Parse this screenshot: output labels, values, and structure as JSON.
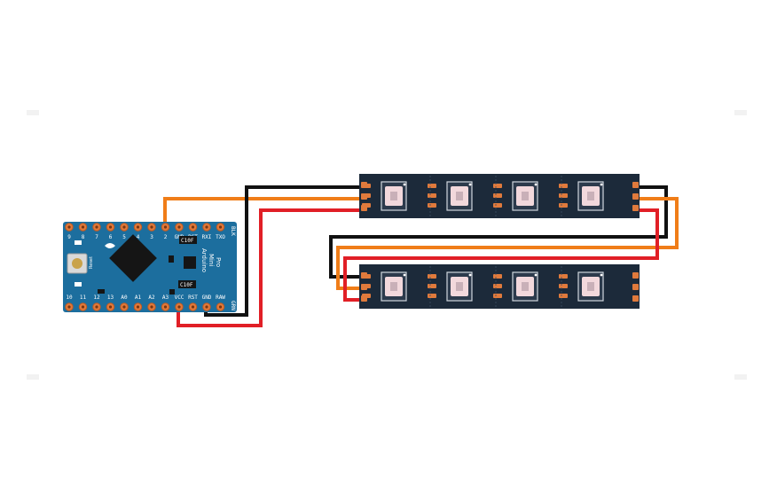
{
  "board": {
    "name_line1": "Arduino",
    "name_line2": "Mini",
    "name_line3": "Pro",
    "reset_label": "Reset",
    "top_pins": [
      "9",
      "8",
      "7",
      "6",
      "5",
      "4",
      "3",
      "2",
      "GND",
      "RST",
      "RXI",
      "TXO"
    ],
    "bottom_pins": [
      "10",
      "11",
      "12",
      "13",
      "A0",
      "A1",
      "A2",
      "A3",
      "VCC",
      "RST",
      "GND",
      "RAW"
    ],
    "side_label_top": "BLK",
    "side_label_bottom": "GRN",
    "chip_label_1": "C10F",
    "chip_label_2": "C10F"
  },
  "colors": {
    "board": "#1c6e9e",
    "strip": "#1c2a3a",
    "wire_black": "#111111",
    "wire_orange": "#f07d18",
    "wire_red": "#e11f26",
    "pad": "#e07a3c"
  },
  "strips": [
    {
      "id": "strip-top",
      "led_count": 4
    },
    {
      "id": "strip-bottom",
      "led_count": 4
    }
  ]
}
